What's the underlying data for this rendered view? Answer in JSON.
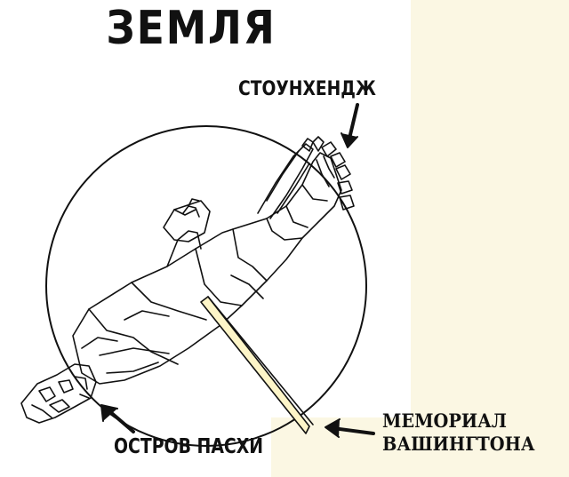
{
  "title": "ЗЕМЛЯ",
  "labels": {
    "stonehenge": "СТОУНХЕНДЖ",
    "easter_island": "ОСТРОВ ПАСХИ",
    "memorial_line1": "МЕМОРИАЛ",
    "memorial_line2": "ВАШИНГТОНА"
  },
  "colors": {
    "ink": "#111111",
    "panel": "#fbf7e3",
    "obelisk_fill": "#fdf5c8"
  }
}
